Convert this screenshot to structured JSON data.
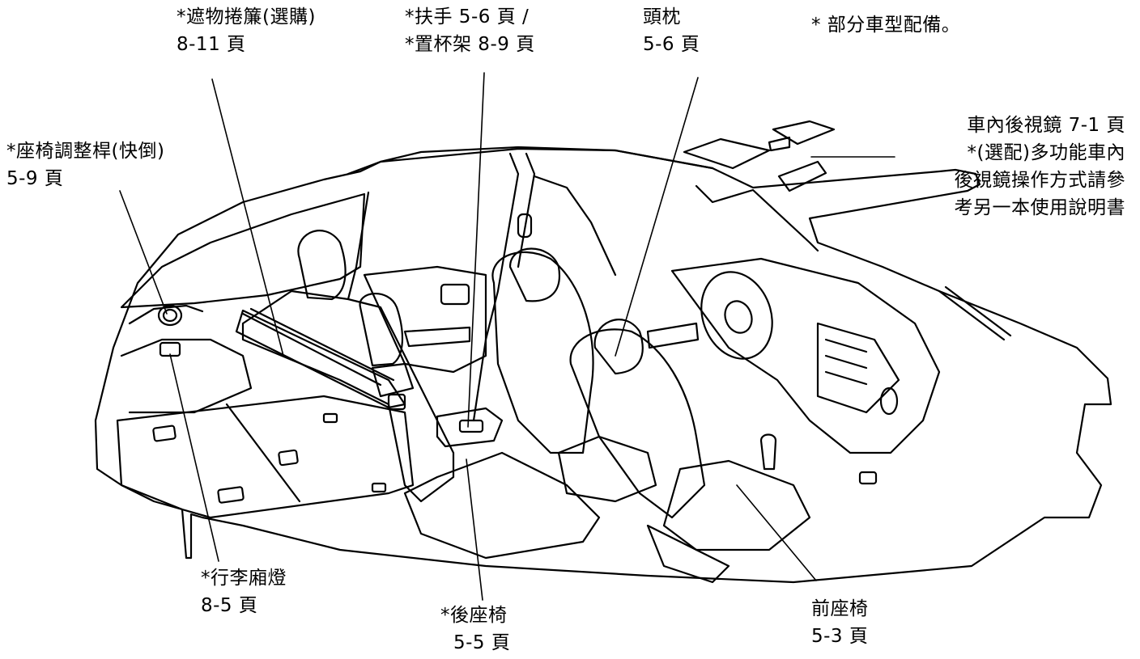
{
  "colors": {
    "ink": "#000000",
    "background": "#ffffff",
    "fill": "#ffffff"
  },
  "note": "*  部分車型配備。",
  "callouts": {
    "sunshade": {
      "line1": "*遮物捲簾(選購)",
      "line2": "8-11 頁"
    },
    "armrest": {
      "line1": "*扶手 5-6 頁 /",
      "line2": "*置杯架 8-9 頁"
    },
    "headrest": {
      "line1": "頭枕",
      "line2": "5-6 頁"
    },
    "mirror": {
      "line1": "車內後視鏡  7-1 頁",
      "line2": "*(選配)多功能車內",
      "line3": "後視鏡操作方式請參",
      "line4": "考另一本使用說明書"
    },
    "seat_lever": {
      "line1": "*座椅調整桿(快倒)",
      "line2": "5-9 頁"
    },
    "trunk_light": {
      "line1": "*行李廂燈",
      "line2": "8-5 頁"
    },
    "rear_seat": {
      "line1": "*後座椅",
      "line2": "5-5 頁"
    },
    "front_seat": {
      "line1": "前座椅",
      "line2": "5-3 頁"
    }
  }
}
